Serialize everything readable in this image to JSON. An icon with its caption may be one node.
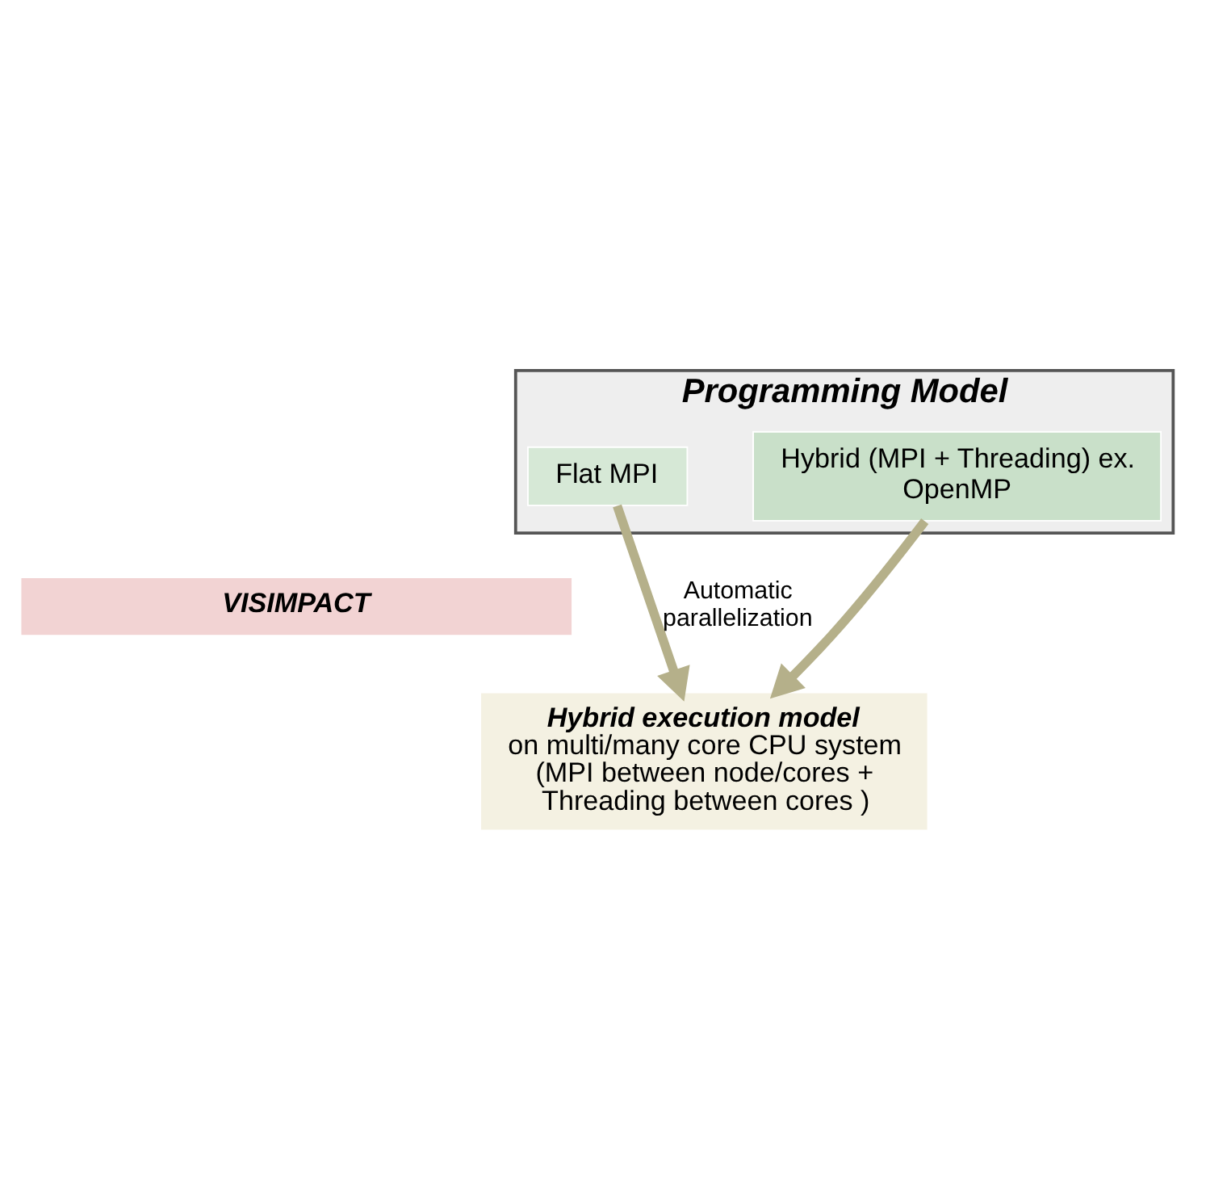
{
  "diagram": {
    "nodes": [
      {
        "text": [
          "Programming Model"
        ]
      },
      {
        "text": [
          "Flat MPI"
        ],
        "in": 0
      },
      {
        "text": [
          "Hybrid (MPI + Threading) ex. OpenMP"
        ],
        "in": 0
      },
      {
        "text": [
          "VISIMPACT"
        ]
      },
      {
        "text": [
          "Hybrid execution model",
          "on multi/many core CPU system (MPI between node/cores + Threading between cores )"
        ]
      }
    ],
    "edges": [
      {
        "from": 1,
        "to": 4,
        "arrow": "to",
        "label": "Automatic parallelization"
      },
      {
        "from": 2,
        "to": 4,
        "arrow": "to"
      }
    ]
  }
}
